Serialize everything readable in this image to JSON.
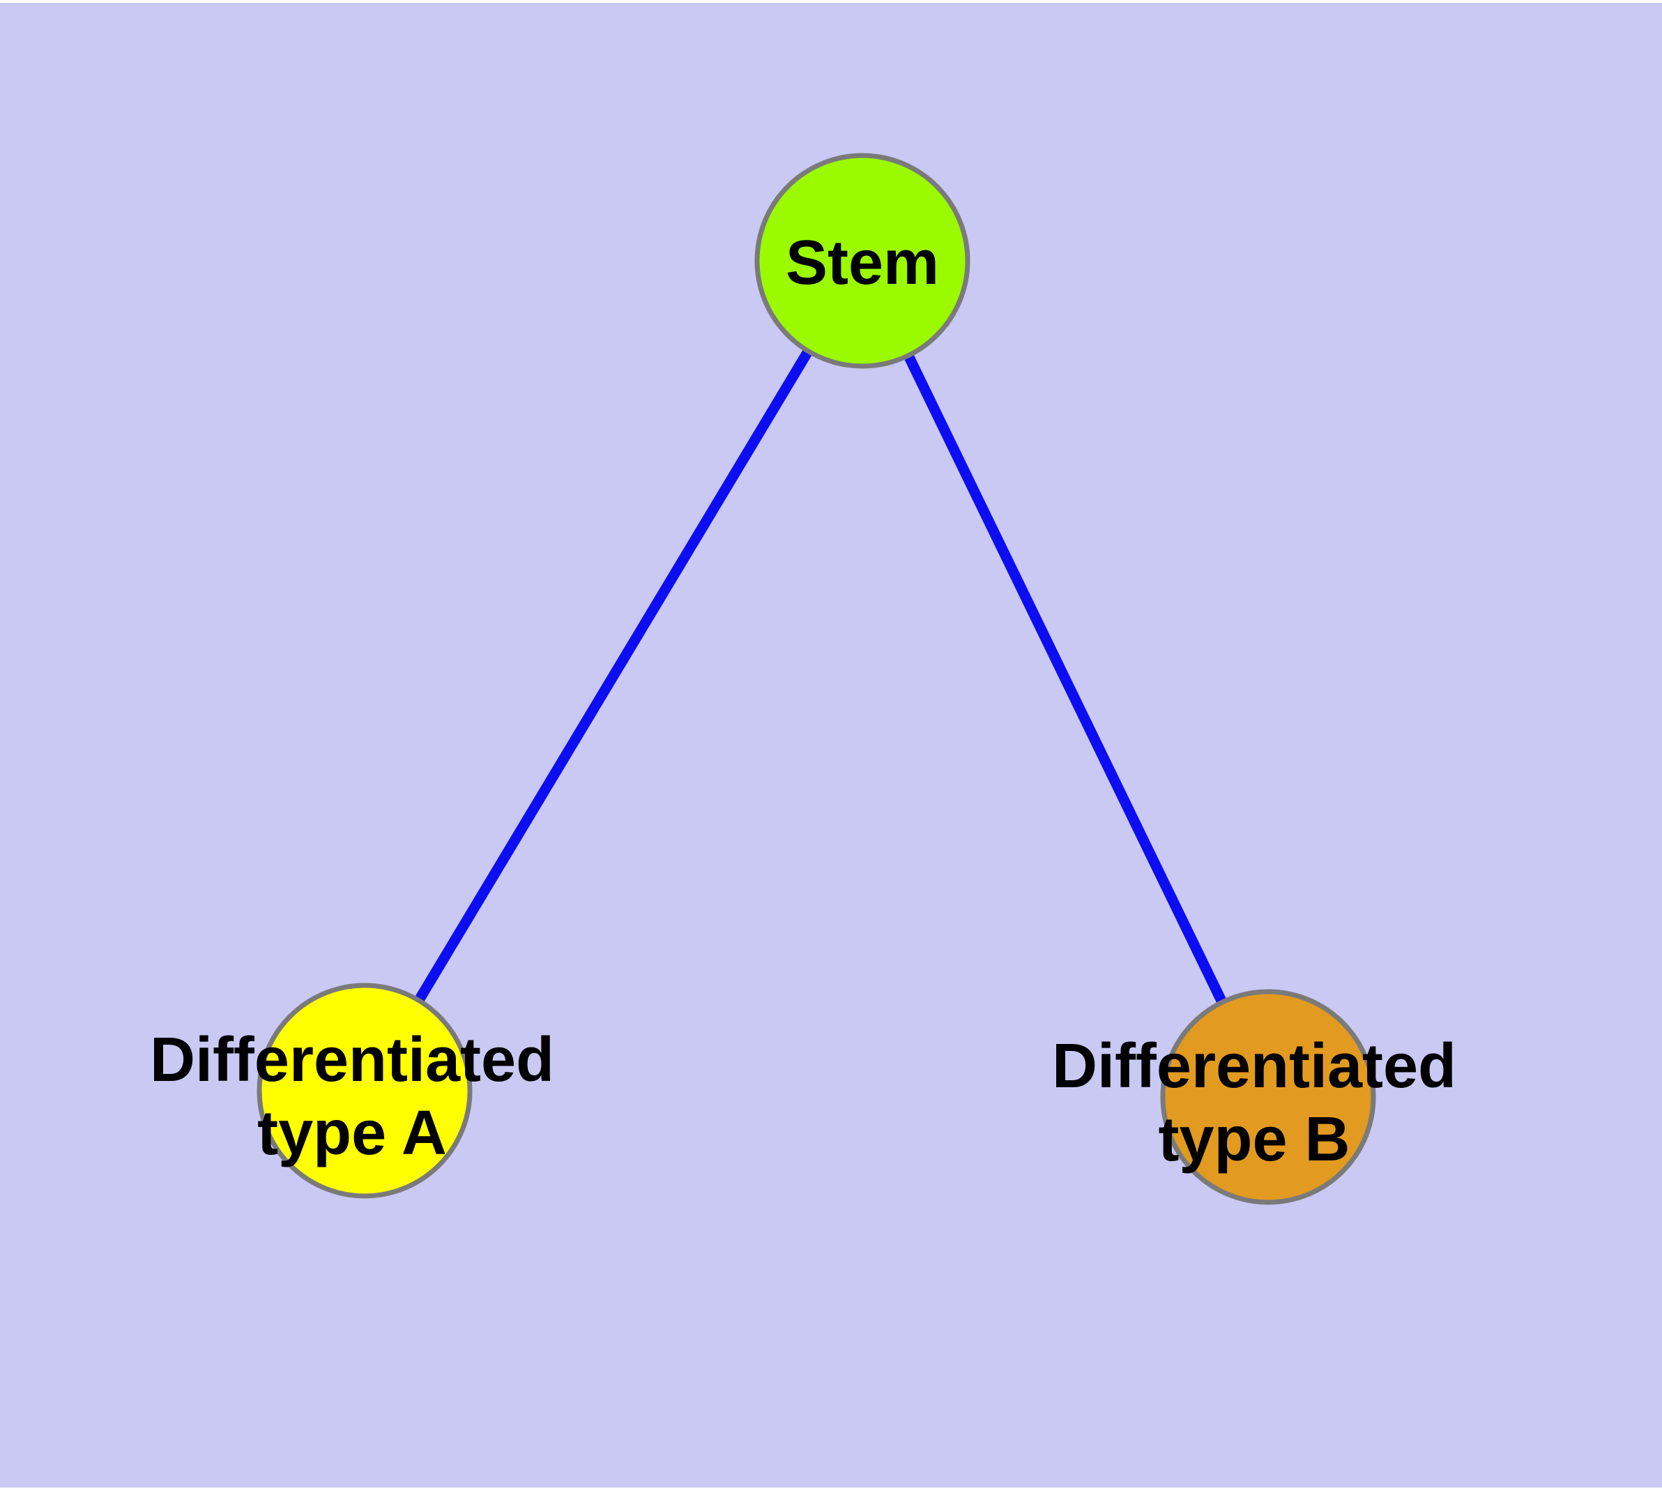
{
  "diagram": {
    "background_color": "#c9c9f4",
    "frame_color": "#ffffff",
    "edge_color": "#0d0df2",
    "node_border_color": "#7a7a7a",
    "label_color": "#000000",
    "nodes": {
      "stem": {
        "label": "Stem",
        "fill_color": "#9bfa00"
      },
      "type_a": {
        "label_line1": "Differentiated",
        "label_line2": "type A",
        "fill_color": "#ffff00"
      },
      "type_b": {
        "label_line1": "Differentiated",
        "label_line2": "type B",
        "fill_color": "#e29b20"
      }
    },
    "edges": [
      {
        "from": "Stem",
        "to": "Differentiated type A"
      },
      {
        "from": "Stem",
        "to": "Differentiated type B"
      }
    ]
  }
}
